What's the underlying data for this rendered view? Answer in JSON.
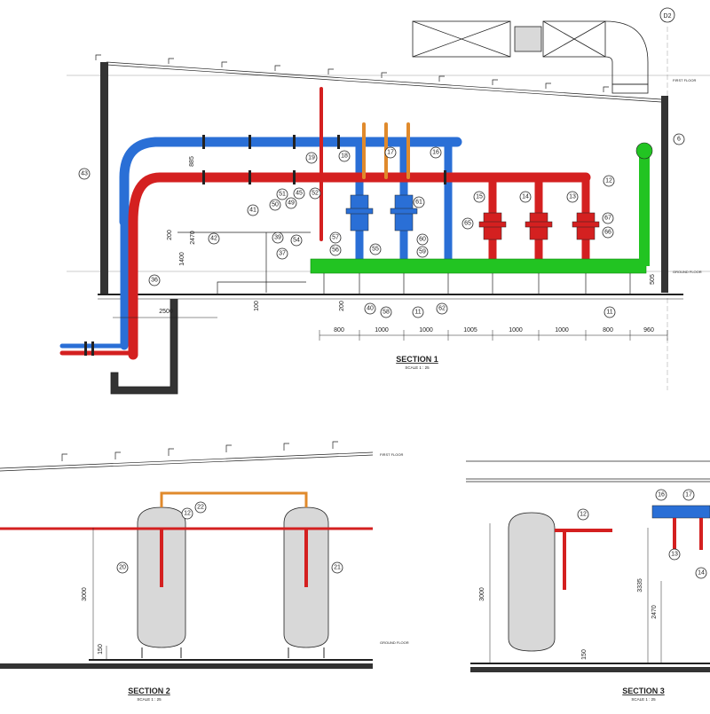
{
  "grid_marker": "D2",
  "sections": [
    {
      "title": "SECTION 1",
      "scale": "SCALE 1 : 25"
    },
    {
      "title": "SECTION 2",
      "scale": "SCALE 1 : 25"
    },
    {
      "title": "SECTION 3",
      "scale": "SCALE 1 : 25"
    }
  ],
  "level_labels": {
    "first_floor_s1": "FIRST FLOOR",
    "ground_floor_s1": "GROUND FLOOR",
    "first_floor_s2": "FIRST FLOOR",
    "ground_floor_s2": "GROUND FLOOR"
  },
  "section1_tags": [
    "43",
    "19",
    "18",
    "17",
    "16",
    "6",
    "12",
    "15",
    "14",
    "13",
    "51",
    "50",
    "49",
    "45",
    "52",
    "61",
    "65",
    "67",
    "66",
    "41",
    "42",
    "39",
    "57",
    "56",
    "54",
    "55",
    "60",
    "59",
    "37",
    "36",
    "40",
    "58",
    "11",
    "62",
    "11"
  ],
  "section1_dims_bottom": [
    "800",
    "1000",
    "1000",
    "1005",
    "1000",
    "1000",
    "800",
    "960"
  ],
  "section1_dims_misc": [
    "2500",
    "100",
    "200",
    "505",
    "885",
    "2470",
    "1400",
    "200"
  ],
  "section2_tags": [
    "12",
    "22",
    "20",
    "21"
  ],
  "section2_dims": [
    "3000",
    "150"
  ],
  "section3_tags": [
    "12",
    "16",
    "17",
    "13",
    "14"
  ],
  "section3_dims": [
    "3000",
    "3335",
    "2470",
    "150"
  ],
  "colors": {
    "chilled": "#2a6fd6",
    "heating": "#d42020",
    "condenser": "#22c422",
    "tank": "#d8d8d8",
    "line": "#222222",
    "orange": "#e08a2c"
  }
}
